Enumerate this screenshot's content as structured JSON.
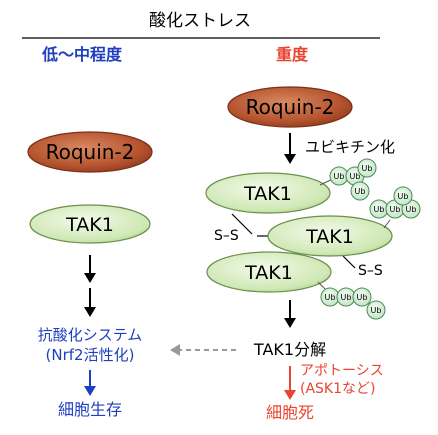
{
  "title": "酸化ストレス",
  "left": {
    "header": "低〜中程度",
    "roquin": "Roquin-2",
    "tak": "TAK1",
    "system_line1": "抗酸化システム",
    "system_line2": "(Nrf2活性化)",
    "outcome": "細胞生存"
  },
  "right": {
    "header": "重度",
    "roquin": "Roquin-2",
    "ubiquitination": "ユビキチン化",
    "tak": "TAK1",
    "disulfide": "S–S",
    "ub": "Ub",
    "degradation": "TAK1分解",
    "apoptosis_line1": "アポトーシス",
    "apoptosis_line2": "(ASK1など)",
    "outcome": "細胞死"
  },
  "colors": {
    "blue": "#1f3fbf",
    "red": "#e8442f",
    "roquin_fill": "#b5542f",
    "tak_fill": "#cfe8b4",
    "ub_fill": "#cdeccf"
  }
}
